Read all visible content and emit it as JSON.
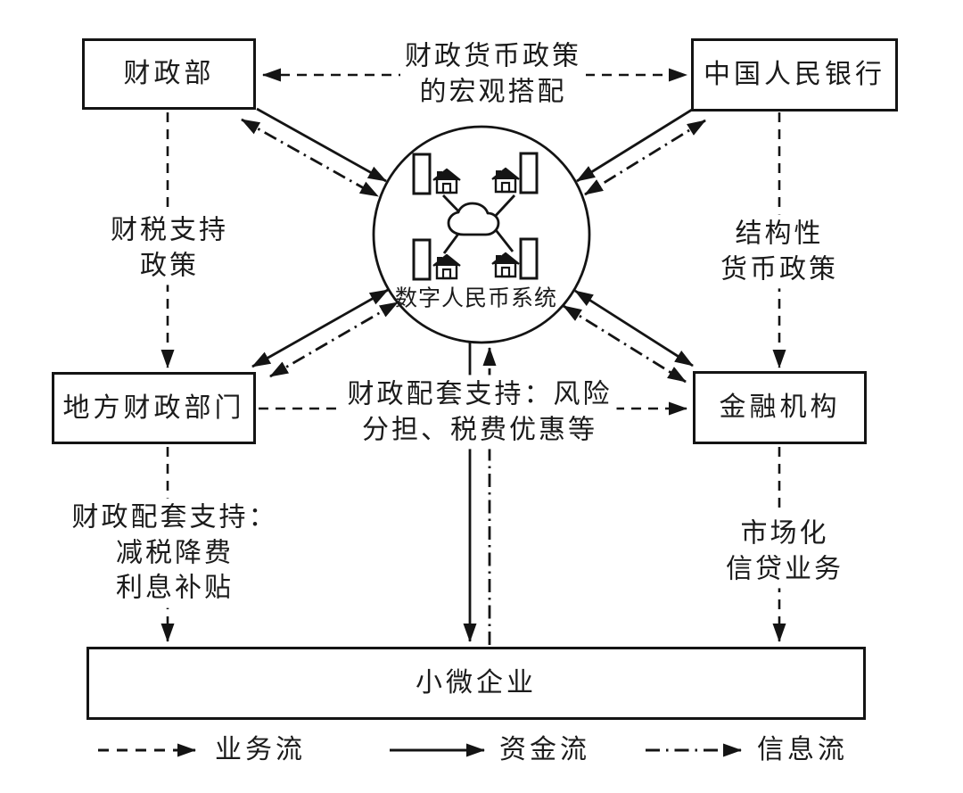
{
  "nodes": {
    "mof": "财政部",
    "pboc": "中国人民银行",
    "local_finance": "地方财政部门",
    "financial_institutions": "金融机构",
    "sme": "小微企业",
    "digital_rmb_system": "数字人民币系统"
  },
  "edge_labels": {
    "macro_coordination": "财政货币政策\n的宏观搭配",
    "fiscal_tax_support": "财税支持\n政策",
    "structural_monetary": "结构性\n货币政策",
    "matching_support_center": "财政配套支持：风险\n分担、税费优惠等",
    "matching_support_left": "财政配套支持：\n减税降费\n利息补贴",
    "market_credit": "市场化\n信贷业务"
  },
  "legend": {
    "business_flow": "业务流",
    "funds_flow": "资金流",
    "info_flow": "信息流"
  },
  "icons": {
    "center_cloud": "cloud-network-icon",
    "center_units": "building-and-house-icon"
  },
  "colors": {
    "line": "#141414",
    "background": "#ffffff",
    "text": "#1b1b1b"
  }
}
